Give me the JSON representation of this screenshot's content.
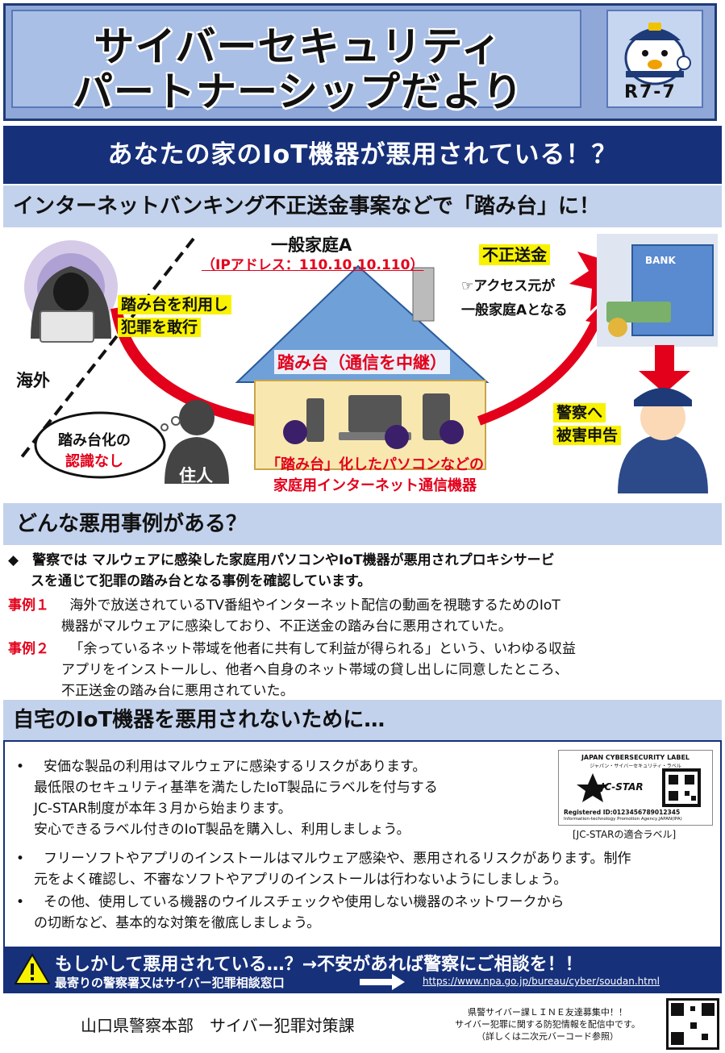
{
  "header": {
    "title_line1": "サイバーセキュリティ",
    "title_line2": "パートナーシップだより",
    "issue_tag": "R7-7"
  },
  "headline": "あなたの家のIoT機器が悪用されている！？",
  "section1": {
    "title": "インターネットバンキング不正送金事案などで「踏み台」に！",
    "house_label": "一般家庭A",
    "ip_label": "（IPアドレス：110.10.10.110）",
    "attacker_label_line1": "踏み台を利用し",
    "attacker_label_line2": "犯罪を敢行",
    "overseas": "海外",
    "relay_label": "踏み台（通信を中継）",
    "fraud_label": "不正送金",
    "access_line1": "☞アクセス元が",
    "access_line2": "一般家庭Aとなる",
    "bank_label": "BANK",
    "police_line1": "警察へ",
    "police_line2": "被害申告",
    "unaware_line1": "踏み台化の",
    "unaware_line2": "認識なし",
    "resident": "住人",
    "devices_line1": "「踏み台」化したパソコンなどの",
    "devices_line2": "家庭用インターネット通信機器"
  },
  "section2": {
    "title": "どんな悪用事例がある？",
    "lead_line1": "◆　警察では マルウェアに感染した家庭用パソコンやIoT機器が悪用されプロキシサービ",
    "lead_line2": "スを通じて犯罪の踏み台となる事例を確認しています。",
    "case1_tag": "事例１",
    "case1_line1": "海外で放送されているTV番組やインターネット配信の動画を視聴するためのIoT",
    "case1_line2": "機器がマルウェアに感染しており、不正送金の踏み台に悪用されていた。",
    "case2_tag": "事例２",
    "case2_line1": "「余っているネット帯域を他者に共有して利益が得られる」という、いわゆる収益",
    "case2_line2": "アプリをインストールし、他者へ自身のネット帯域の貸し出しに同意したところ、",
    "case2_line3": "不正送金の踏み台に悪用されていた。"
  },
  "section3": {
    "title": "自宅のIoT機器を悪用されないために…",
    "b1_line1": "安価な製品の利用はマルウェアに感染するリスクがあります。",
    "b1_line2": "最低限のセキュリティ基準を満たしたIoT製品にラベルを付与する",
    "b1_line3": "JC-STAR制度が本年３月から始まります。",
    "b1_line4": "安心できるラベル付きのIoT製品を購入し、利用しましょう。",
    "b2_line1": "フリーソフトやアプリのインストールはマルウェア感染や、悪用されるリスクがあります。制作",
    "b2_line2": "元をよく確認し、不審なソフトやアプリのインストールは行わないようにしましょう。",
    "b3_line1": "その他、使用している機器のウイルスチェックや使用しない機器のネットワークから",
    "b3_line2": "の切断など、基本的な対策を徹底しましょう。",
    "label_top": "JAPAN CYBERSECURITY LABEL",
    "label_sub": "ジャパン・サイバーセキュリティ・ラベル",
    "label_logo": "JC-STAR",
    "label_id": "Registered ID:0123456789012345",
    "label_org": "Information-technology Promotion Agency,JAPAN(IPA)",
    "label_caption": "[JC-STARの適合ラベル]"
  },
  "footer": {
    "alert": "もしかして悪用されている…？→不安があれば警察にご相談を！！",
    "sub": "最寄りの警察署又はサイバー犯罪相談窓口",
    "url": "https://www.npa.go.jp/bureau/cyber/soudan.html",
    "org": "山口県警察本部　サイバー犯罪対策課",
    "line1": "県警サイバー課ＬＩＮＥ友達募集中！！",
    "line2": "サイバー犯罪に関する防犯情報を配信中です。",
    "line3": "（詳しくは二次元バーコード参照）"
  },
  "colors": {
    "navy": "#16307a",
    "red": "#e3001b",
    "yellow": "#f8f200",
    "lightblue": "#c3d2ec"
  }
}
